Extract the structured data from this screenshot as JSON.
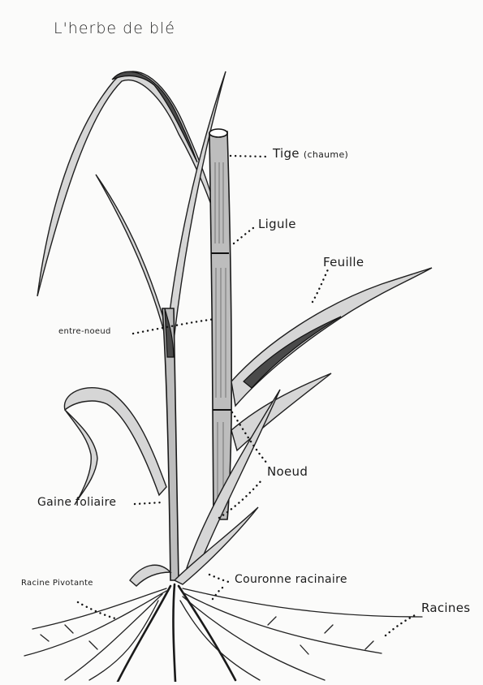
{
  "title": "L'herbe de blé",
  "labels": {
    "tige": "Tige",
    "tige_sub": "(chaume)",
    "ligule": "Ligule",
    "feuille": "Feuille",
    "entre_noeud": "entre-noeud",
    "noeud": "Noeud",
    "gaine_foliaire": "Gaine foliaire",
    "racine_pivotante": "Racine Pivotante",
    "couronne_racinaire": "Couronne racinaire",
    "racines": "Racines"
  }
}
